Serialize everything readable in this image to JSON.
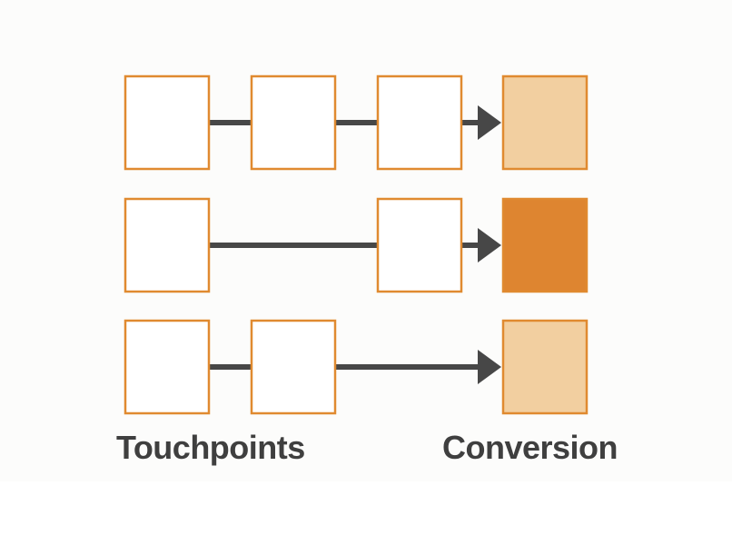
{
  "labels": {
    "touchpoints": "Touchpoints",
    "conversion": "Conversion"
  },
  "colors": {
    "box_border": "#e08a30",
    "box_fill": "#ffffff",
    "conversion_light": "#f2cfa0",
    "conversion_dark": "#de8530",
    "connector": "#474747",
    "label": "#3f3f3f"
  },
  "paths": [
    {
      "touchpoint_slots": [
        1,
        2,
        3
      ],
      "conversion_shade": "light"
    },
    {
      "touchpoint_slots": [
        1,
        3
      ],
      "conversion_shade": "dark"
    },
    {
      "touchpoint_slots": [
        1,
        2
      ],
      "conversion_shade": "light"
    }
  ]
}
